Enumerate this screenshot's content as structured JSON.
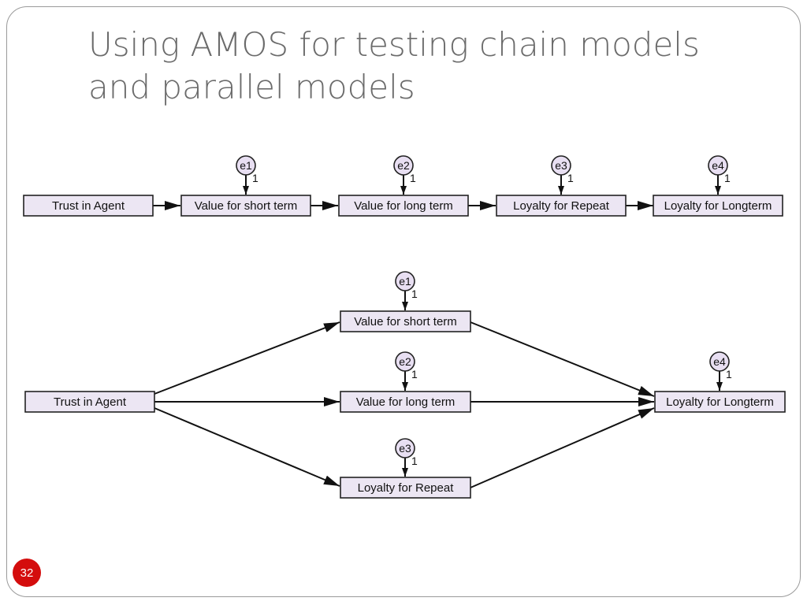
{
  "slide": {
    "title_lines": [
      "Using AMOS for testing chain models",
      "and parallel models"
    ],
    "page_number": "32",
    "accent_color": "#d40d0d"
  },
  "chain_model": {
    "boxes": [
      "Trust in Agent",
      "Value for short term",
      "Value for long term",
      "Loyalty for Repeat",
      "Loyalty for Longterm"
    ],
    "errors": [
      "e1",
      "e2",
      "e3",
      "e4"
    ],
    "error_weight": "1",
    "paths": [
      {
        "from": "Trust in Agent",
        "to": "Value for short term"
      },
      {
        "from": "Value for short term",
        "to": "Value for long term"
      },
      {
        "from": "Value for long term",
        "to": "Loyalty for Repeat"
      },
      {
        "from": "Loyalty for Repeat",
        "to": "Loyalty for Longterm"
      }
    ]
  },
  "parallel_model": {
    "source": "Trust in Agent",
    "mediators": [
      "Value for short term",
      "Value for long term",
      "Loyalty for Repeat"
    ],
    "outcome": "Loyalty for Longterm",
    "errors": [
      "e1",
      "e2",
      "e3",
      "e4"
    ],
    "error_weight": "1",
    "paths": [
      {
        "from": "Trust in Agent",
        "to": "Value for short term"
      },
      {
        "from": "Trust in Agent",
        "to": "Value for long term"
      },
      {
        "from": "Trust in Agent",
        "to": "Loyalty for Repeat"
      },
      {
        "from": "Value for short term",
        "to": "Loyalty for Longterm"
      },
      {
        "from": "Value for long term",
        "to": "Loyalty for Longterm"
      },
      {
        "from": "Loyalty for Repeat",
        "to": "Loyalty for Longterm"
      }
    ]
  }
}
